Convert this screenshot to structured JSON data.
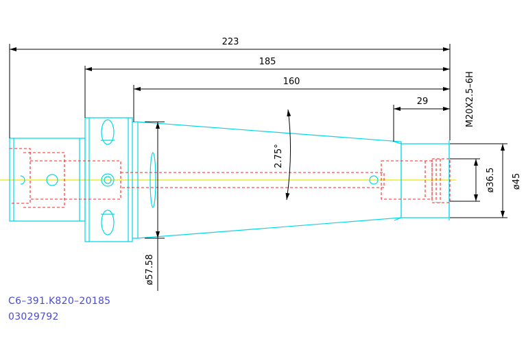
{
  "dimensions": {
    "overall_length": "223",
    "length_185": "185",
    "length_160": "160",
    "length_29": "29",
    "taper_angle": "2.75°",
    "thread": "M20X2.5–6H",
    "dia_36_5": "ø36.5",
    "dia_45": "ø45",
    "dia_57_58": "ø57.58"
  },
  "caption": {
    "part_number": "C6–391.K820–20185",
    "order_code": "03029792"
  },
  "colors": {
    "outline": "#00d8e8",
    "hidden_lines": "#ff2020",
    "centerline": "#e8e800",
    "dimension": "#000000",
    "caption_text": "#4a4ad8"
  }
}
